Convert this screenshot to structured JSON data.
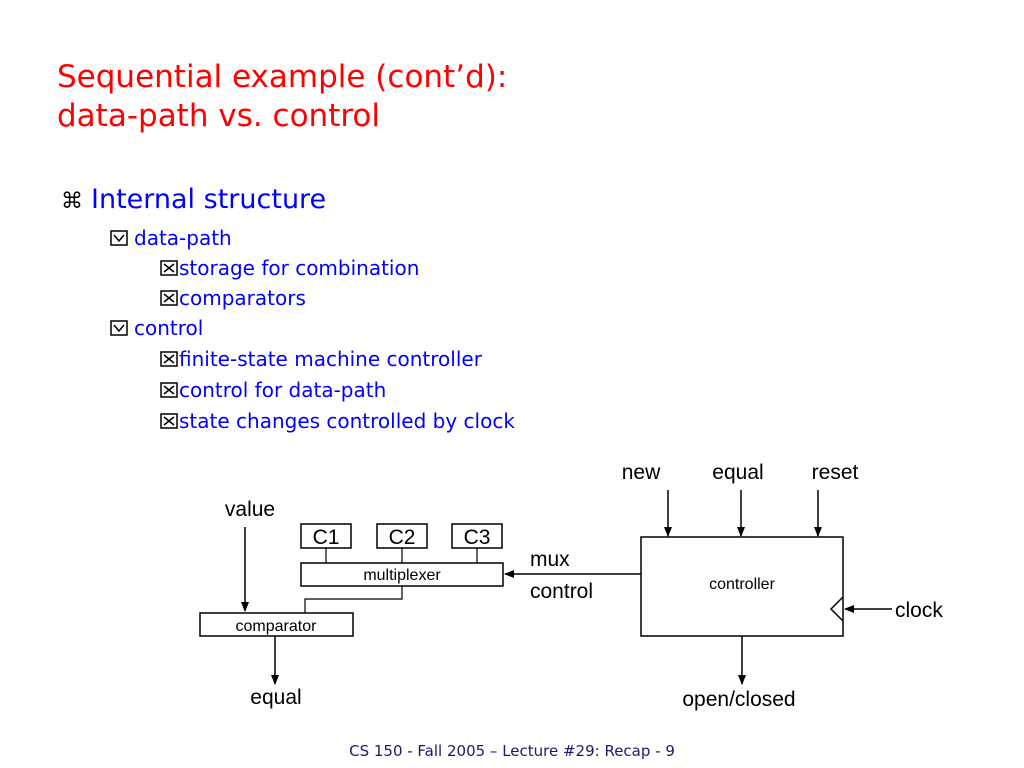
{
  "title": {
    "line1": "Sequential example (cont’d):",
    "line2": "data-path vs. control"
  },
  "outline": {
    "heading": "Internal structure",
    "datapath": {
      "label": "data-path",
      "items": [
        "storage for combination",
        "comparators"
      ]
    },
    "control": {
      "label": "control",
      "items": [
        "finite-state machine controller",
        "control for data-path",
        "state changes controlled by clock"
      ]
    }
  },
  "diagram": {
    "inputs": {
      "new": "new",
      "equal": "equal",
      "reset": "reset"
    },
    "value": "value",
    "c1": "C1",
    "c2": "C2",
    "c3": "C3",
    "multiplexer": "multiplexer",
    "mux_line1": "mux",
    "mux_line2": "control",
    "controller": "controller",
    "comparator": "comparator",
    "clock": "clock",
    "equal_out": "equal",
    "open_closed": "open/closed"
  },
  "footer": "CS 150 - Fall 2005 – Lecture #29: Recap - 9",
  "colors": {
    "title": "#ff0000",
    "bullets": "#0000ff"
  }
}
